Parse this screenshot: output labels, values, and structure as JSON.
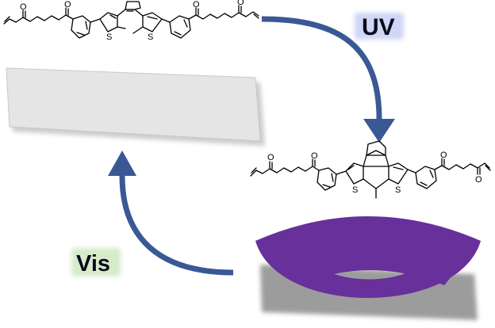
{
  "labels": {
    "uv": "UV",
    "vis": "Vis"
  },
  "atoms": {
    "oxygen": "O",
    "sulfur": "S"
  },
  "colors": {
    "arrow": "#3a5896",
    "uv_box": "#cfd6f6",
    "vis_box": "#d6ebc9",
    "film": "#e5e5e5",
    "bent_film": "#67309a",
    "shadow": "#9c9c9c"
  }
}
